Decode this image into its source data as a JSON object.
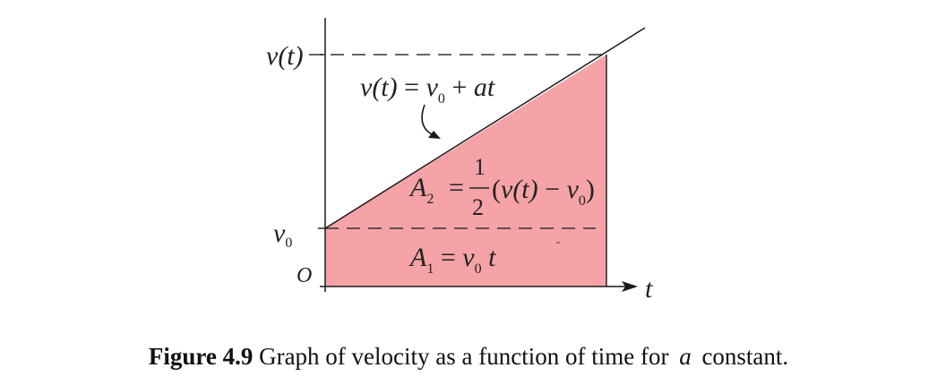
{
  "figure": {
    "axis_labels": {
      "y_top": "v(t)",
      "y_mid": "v",
      "y_mid_sub": "0",
      "origin": "O",
      "x": "t"
    },
    "line_label": {
      "lhs": "v(t)",
      "eq": "=",
      "v": "v",
      "sub": "0",
      "plus": "+",
      "term": "at"
    },
    "area2": {
      "name": "A",
      "sub": "2",
      "eq": "=",
      "num": "1",
      "den": "2",
      "paren_open": "(",
      "vt": "v(t)",
      "minus": "−",
      "v": "v",
      "v_sub": "0",
      "paren_close": ")"
    },
    "area1": {
      "name": "A",
      "sub": "1",
      "eq": "=",
      "v": "v",
      "v_sub": "0",
      "t": "t"
    },
    "colors": {
      "fill": "#f5a3a6",
      "lines": "#1a1a1a",
      "dashes": "#333333"
    }
  },
  "caption": {
    "label": "Figure 4.9",
    "text_before": "Graph of velocity as a function of time for",
    "variable": "a",
    "text_after": "constant."
  }
}
